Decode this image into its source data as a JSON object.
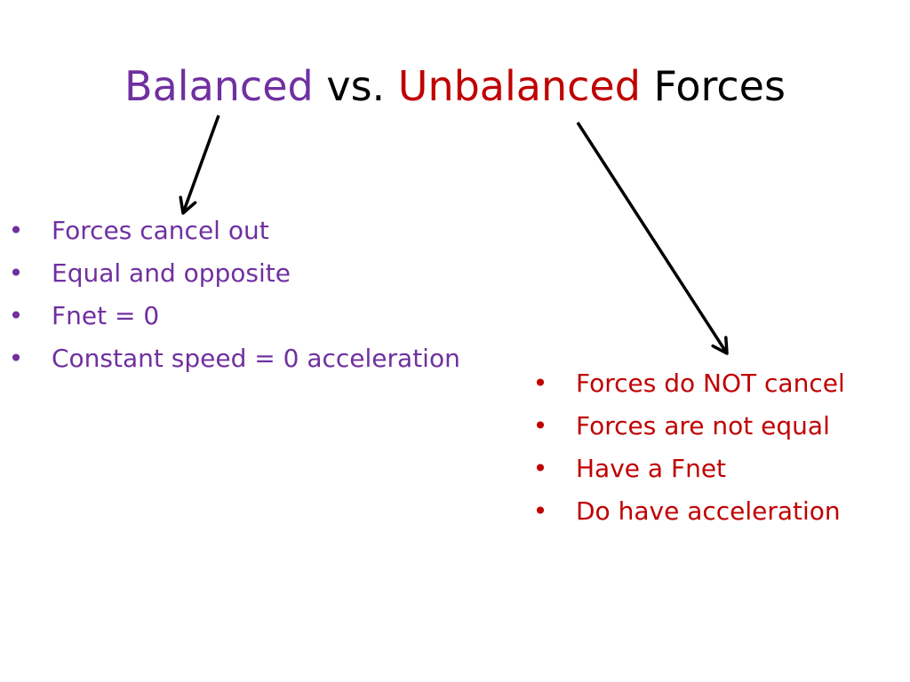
{
  "colors": {
    "balanced": "#7030a0",
    "unbalanced": "#c00000",
    "text": "#000000",
    "background": "#ffffff"
  },
  "title": {
    "word_balanced": "Balanced",
    "word_vs": "vs.",
    "word_unbalanced": "Unbalanced",
    "word_forces": "Forces"
  },
  "bullet_glyph": "•",
  "balanced_list": [
    "Forces cancel out",
    "Equal and opposite",
    "Fnet = 0",
    "Constant speed = 0 acceleration"
  ],
  "unbalanced_list": [
    "Forces do NOT cancel",
    "Forces are not equal",
    "Have a Fnet",
    "Do have acceleration"
  ]
}
